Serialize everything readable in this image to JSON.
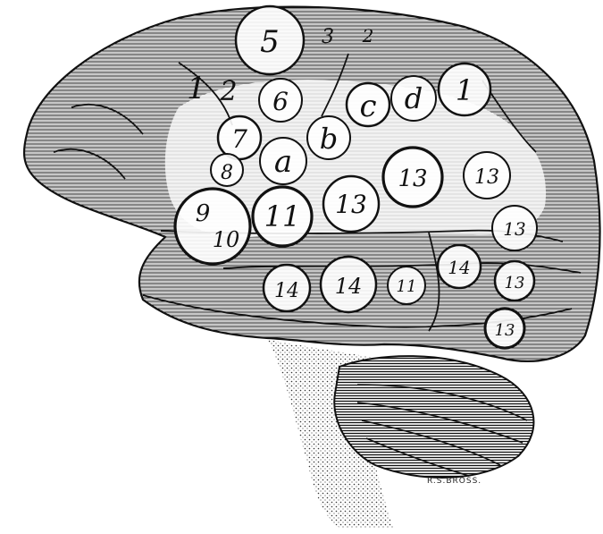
{
  "figure": {
    "circle_labels": [
      "5",
      "6",
      "7",
      "8",
      "a",
      "b",
      "c",
      "d",
      "1",
      "13",
      "13",
      "13",
      "13",
      "13",
      "13",
      "9",
      "10",
      "11",
      "14",
      "14",
      "11",
      "14"
    ],
    "free_labels": [
      "1",
      "2",
      "3",
      "2"
    ],
    "signature": "R.S.BROSS."
  },
  "colors": {
    "ink": "#111111",
    "paper": "#ffffff",
    "brain_fill": "#cfcfcf",
    "cerebellum_fill": "#9a9a9a"
  }
}
